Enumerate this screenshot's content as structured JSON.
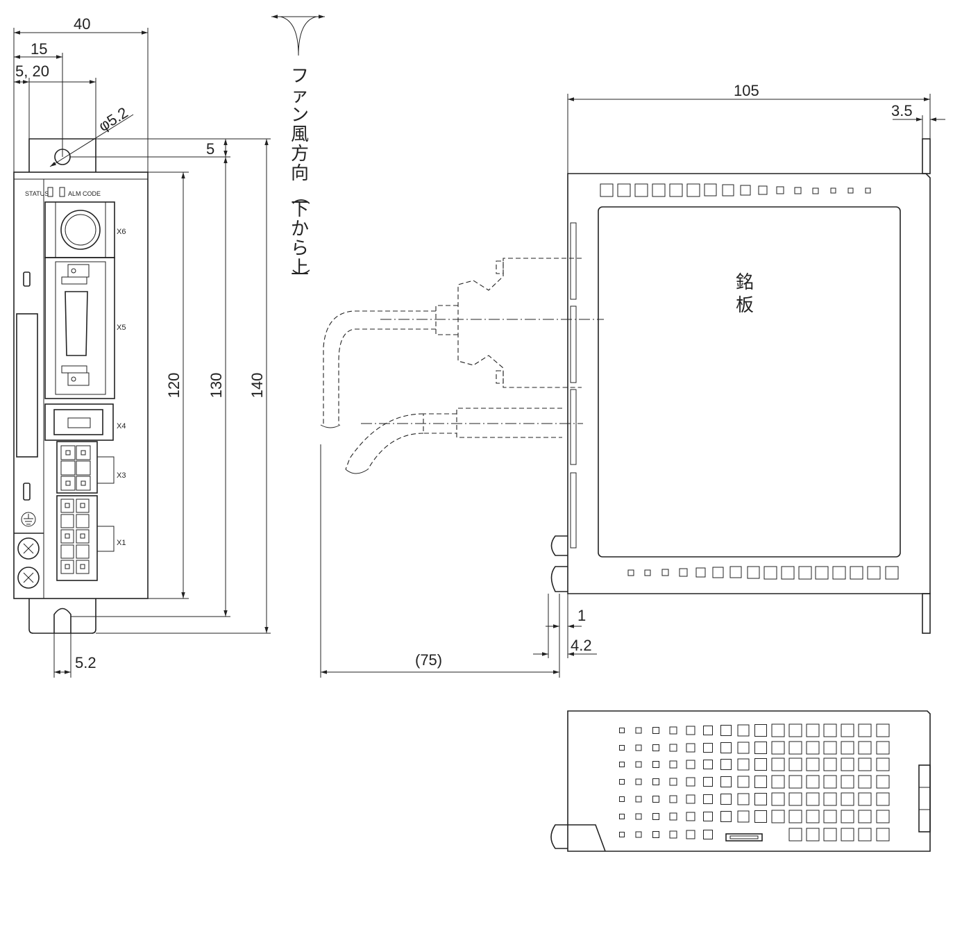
{
  "front_view": {
    "dims": {
      "width_40": "40",
      "hole_offset_15": "15",
      "offset_5_20": "5, 20",
      "hole_dia": "φ5.2",
      "top_5": "5",
      "h120": "120",
      "h130": "130",
      "h140": "140",
      "slot_5_2": "5.2"
    },
    "leds": {
      "status": "STATUS",
      "alm_code": "ALM CODE"
    },
    "connectors": [
      "X6",
      "X5",
      "X4",
      "X3",
      "X1"
    ]
  },
  "fan_direction": {
    "text": "ファン風方向（下から上）",
    "chars": [
      "フ",
      "ァ",
      "ン",
      "風",
      "方",
      "向",
      "（",
      "下",
      "か",
      "ら",
      "上",
      "）"
    ]
  },
  "side_view": {
    "dims": {
      "d105": "105",
      "d3_5": "3.5",
      "d1": "1",
      "d4_2": "4.2",
      "d75": "(75)"
    },
    "nameplate": [
      "銘",
      "板"
    ]
  }
}
